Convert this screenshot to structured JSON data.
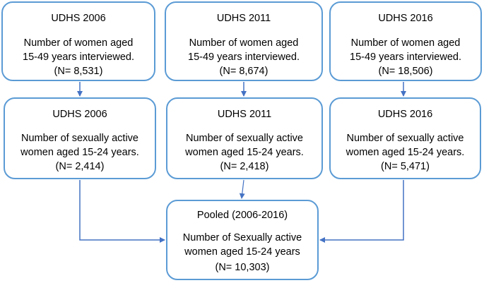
{
  "boxes": {
    "udhs2006_interviewed": {
      "title": "UDHS 2006",
      "line1": "Number of women aged",
      "line2": "15-49 years interviewed.",
      "n": "(N= 8,531)"
    },
    "udhs2011_interviewed": {
      "title": "UDHS 2011",
      "line1": "Number of women aged",
      "line2": "15-49 years interviewed.",
      "n": "(N= 8,674)"
    },
    "udhs2016_interviewed": {
      "title": "UDHS 2016",
      "line1": "Number of women aged",
      "line2": "15-49 years interviewed.",
      "n": "(N= 18,506)"
    },
    "udhs2006_active": {
      "title": "UDHS 2006",
      "line1": "Number of sexually active",
      "line2": "women aged 15-24 years.",
      "n": "(N= 2,414)"
    },
    "udhs2011_active": {
      "title": "UDHS 2011",
      "line1": "Number of sexually active",
      "line2": "women aged 15-24 years.",
      "n": "(N= 2,418)"
    },
    "udhs2016_active": {
      "title": "UDHS 2016",
      "line1": "Number of sexually active",
      "line2": "women aged 15-24 years.",
      "n": "(N= 5,471)"
    },
    "pooled": {
      "title": "Pooled (2006-2016)",
      "line1": "Number of Sexually active",
      "line2": "women aged 15-24 years",
      "n": "(N= 10,303)"
    }
  },
  "colors": {
    "box_border": "#5b9bd5",
    "arrow": "#4472c4"
  }
}
